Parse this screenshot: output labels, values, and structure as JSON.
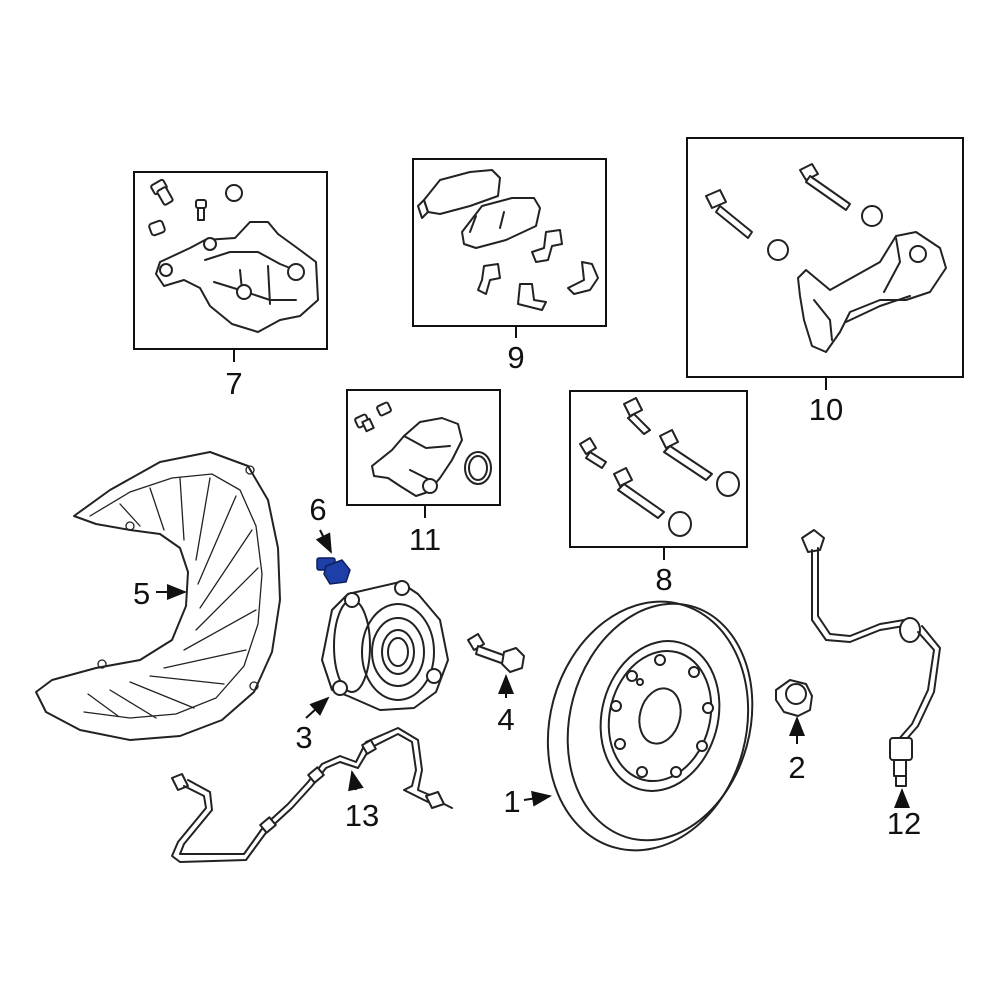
{
  "diagram": {
    "highlight_color": "#1f3fa8",
    "callouts": [
      {
        "id": "c1",
        "text": "1",
        "part": "brake-rotor"
      },
      {
        "id": "c2",
        "text": "2",
        "part": "hub-cap-nut"
      },
      {
        "id": "c3",
        "text": "3",
        "part": "wheel-hub-bearing"
      },
      {
        "id": "c4",
        "text": "4",
        "part": "hub-bolt"
      },
      {
        "id": "c5",
        "text": "5",
        "part": "splash-shield"
      },
      {
        "id": "c6",
        "text": "6",
        "part": "shield-bolt",
        "highlighted": true
      },
      {
        "id": "c7",
        "text": "7",
        "part": "brake-caliper"
      },
      {
        "id": "c8",
        "text": "8",
        "part": "caliper-bolt-kit"
      },
      {
        "id": "c9",
        "text": "9",
        "part": "brake-pad-set"
      },
      {
        "id": "c10",
        "text": "10",
        "part": "caliper-bracket"
      },
      {
        "id": "c11",
        "text": "11",
        "part": "parking-brake-motor"
      },
      {
        "id": "c12",
        "text": "12",
        "part": "brake-hose"
      },
      {
        "id": "c13",
        "text": "13",
        "part": "abs-sensor"
      }
    ]
  }
}
